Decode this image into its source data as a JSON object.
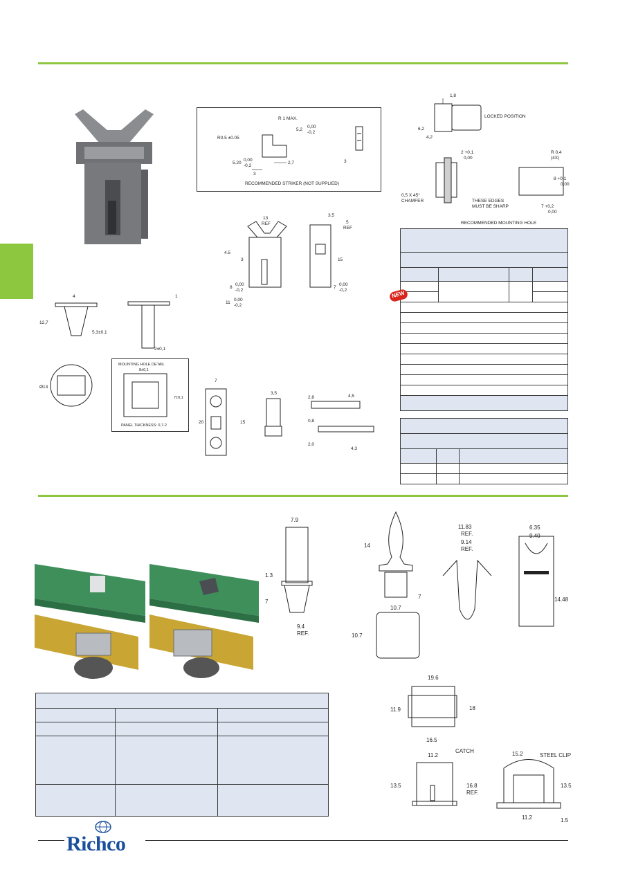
{
  "striker": {
    "caption": "RECOMMENDED STRIKER (NOT SUPPLIED)",
    "labels": [
      "R 1 MAX.",
      "R0.5 ±0.05",
      "5,2",
      "0,00",
      "-0,2",
      "5.20",
      "0,00",
      "-0,2",
      "2,7",
      "3",
      "3"
    ]
  },
  "locked": {
    "caption": "LOCKED POSITION",
    "labels": [
      "1,8",
      "6,2",
      "4,2"
    ]
  },
  "mounting_hole": {
    "caption": "RECOMMENDED MOUNTING HOLE",
    "labels": [
      "2 +0,1",
      "0,00",
      "0,5 X 45°",
      "CHAMFER",
      "THESE EDGES",
      "MUST BE SHARP",
      "R 0,4",
      "(4X)",
      "8 +0,1",
      "0,00",
      "7 +0,2",
      "0,00"
    ]
  },
  "latch_dims": [
    "13",
    "REF",
    "4.5",
    "3",
    "8",
    "0,00",
    "-0,2",
    "11",
    "0,00",
    "-0,2",
    "3,5",
    "5",
    "REF",
    "15",
    "7",
    "0,00",
    "-0,2"
  ],
  "badge_new": "NEW",
  "clip_dims": [
    "4",
    "12,7",
    "5,3±0,1",
    "1",
    "2±0,1",
    "Ø13"
  ],
  "mount_detail": {
    "title": "MOUNTING HOLE DETAIL",
    "labels": [
      "8±0,1",
      "7±0,1"
    ],
    "footer": "PANEL THICKNESS: 0,7-2"
  },
  "small_part_dims": [
    "7",
    "20",
    "15",
    "3,5",
    "4,5",
    "2,8",
    "0,8",
    "4,3",
    "2,0"
  ],
  "lower": {
    "post_dims": [
      "7.9",
      "1.3",
      "7",
      "9.4",
      "REF."
    ],
    "bulb_dims": [
      "14",
      "7",
      "10.7",
      "10.7"
    ],
    "spring_dims": [
      "11.83",
      "REF.",
      "9.14",
      "REF."
    ],
    "side_dims": [
      "6.35",
      "9.40",
      "14.48"
    ],
    "frame_dims": [
      "19.6",
      "11.9",
      "18",
      "16.5"
    ],
    "catch_dims": [
      "11.2",
      "CATCH",
      "13.5"
    ],
    "clip_dims": [
      "15.2",
      "STEEL CLIP",
      "16.8",
      "REF.",
      "13.5",
      "11.2",
      "1.5"
    ]
  },
  "brand": "Richco",
  "colors": {
    "accent": "#8dc63f",
    "table_fill": "#dfe6f2",
    "brand_blue": "#1a4f9c",
    "new_badge": "#d9261c"
  }
}
